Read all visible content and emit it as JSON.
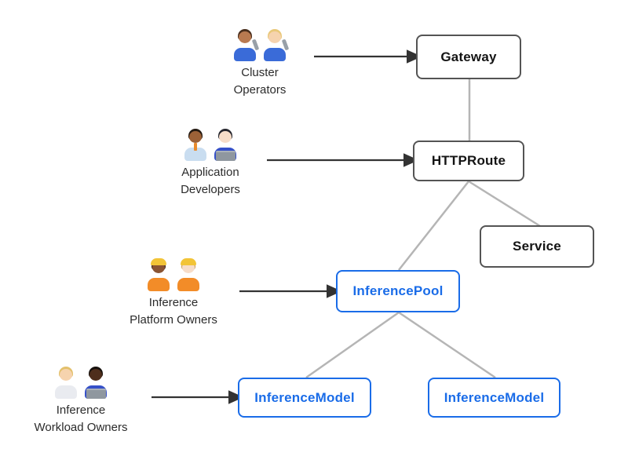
{
  "diagram": {
    "nodes": {
      "gateway": {
        "label": "Gateway",
        "border_color": "#545454",
        "text_color": "#141414"
      },
      "httproute": {
        "label": "HTTPRoute",
        "border_color": "#545454",
        "text_color": "#141414"
      },
      "service": {
        "label": "Service",
        "border_color": "#545454",
        "text_color": "#141414"
      },
      "inferencepool": {
        "label": "InferencePool",
        "border_color": "#1a6ce8",
        "text_color": "#1a6ce8"
      },
      "inferencemodel_left": {
        "label": "InferenceModel",
        "border_color": "#1a6ce8",
        "text_color": "#1a6ce8"
      },
      "inferencemodel_right": {
        "label": "InferenceModel",
        "border_color": "#1a6ce8",
        "text_color": "#1a6ce8"
      }
    },
    "personas": [
      {
        "name": "Cluster Operators",
        "label_line1": "Cluster",
        "label_line2": "Operators",
        "emoji_icons": "man-mechanic-emoji, woman-mechanic-emoji",
        "figures": [
          {
            "style": "--skin:#b97a50;--hair:#4a2f1d;--cloth:#3a6bd8"
          },
          {
            "style": "--skin:#f6d3ae;--hair:#e9c879;--cloth:#3a6bd8"
          }
        ]
      },
      {
        "name": "Application Developers",
        "label_line1": "Application",
        "label_line2": "Developers",
        "emoji_icons": "man-office-worker-emoji, woman-technologist-emoji",
        "figures": [
          {
            "style": "--skin:#9c6137;--hair:#241a12;--cloth:#c9ddf0"
          },
          {
            "style": "--skin:#f7ddc9;--hair:#26262e;--cloth:#3550c8"
          }
        ]
      },
      {
        "name": "Inference Platform Owners",
        "label_line1": "Inference",
        "label_line2": "Platform Owners",
        "emoji_icons": "woman-construction-worker-emoji, man-construction-worker-emoji",
        "figures": [
          {
            "style": "--skin:#8a5433;--hair:#3a251a;--cloth:#f28c28"
          },
          {
            "style": "--skin:#f7ddc9;--hair:#caa05f;--cloth:#f28c28"
          }
        ]
      },
      {
        "name": "Inference Workload Owners",
        "label_line1": "Inference",
        "label_line2": "Workload Owners",
        "emoji_icons": "health-worker-emoji, man-technologist-emoji",
        "figures": [
          {
            "style": "--skin:#f6d3ae;--hair:#e3c06b;--cloth:#e9ebf0"
          },
          {
            "style": "--skin:#4e2e1c;--hair:#17110d;--cloth:#3550c8"
          }
        ]
      }
    ],
    "edges": [
      {
        "from": "Cluster Operators",
        "to": "Gateway",
        "style": "arrow"
      },
      {
        "from": "Application Developers",
        "to": "HTTPRoute",
        "style": "arrow"
      },
      {
        "from": "Inference Platform Owners",
        "to": "InferencePool",
        "style": "arrow"
      },
      {
        "from": "Inference Workload Owners",
        "to": "InferenceModel (left)",
        "style": "arrow"
      },
      {
        "from": "Gateway",
        "to": "HTTPRoute",
        "style": "line"
      },
      {
        "from": "HTTPRoute",
        "to": "InferencePool",
        "style": "line"
      },
      {
        "from": "HTTPRoute",
        "to": "Service",
        "style": "line"
      },
      {
        "from": "InferencePool",
        "to": "InferenceModel (left)",
        "style": "line"
      },
      {
        "from": "InferencePool",
        "to": "InferenceModel (right)",
        "style": "line"
      }
    ],
    "colors": {
      "accent_blue": "#1a6ce8",
      "node_border_dark": "#545454",
      "node_text_dark": "#141414",
      "connector_gray": "#b5b5b5",
      "arrow_black": "#333333",
      "background": "#ffffff"
    }
  }
}
